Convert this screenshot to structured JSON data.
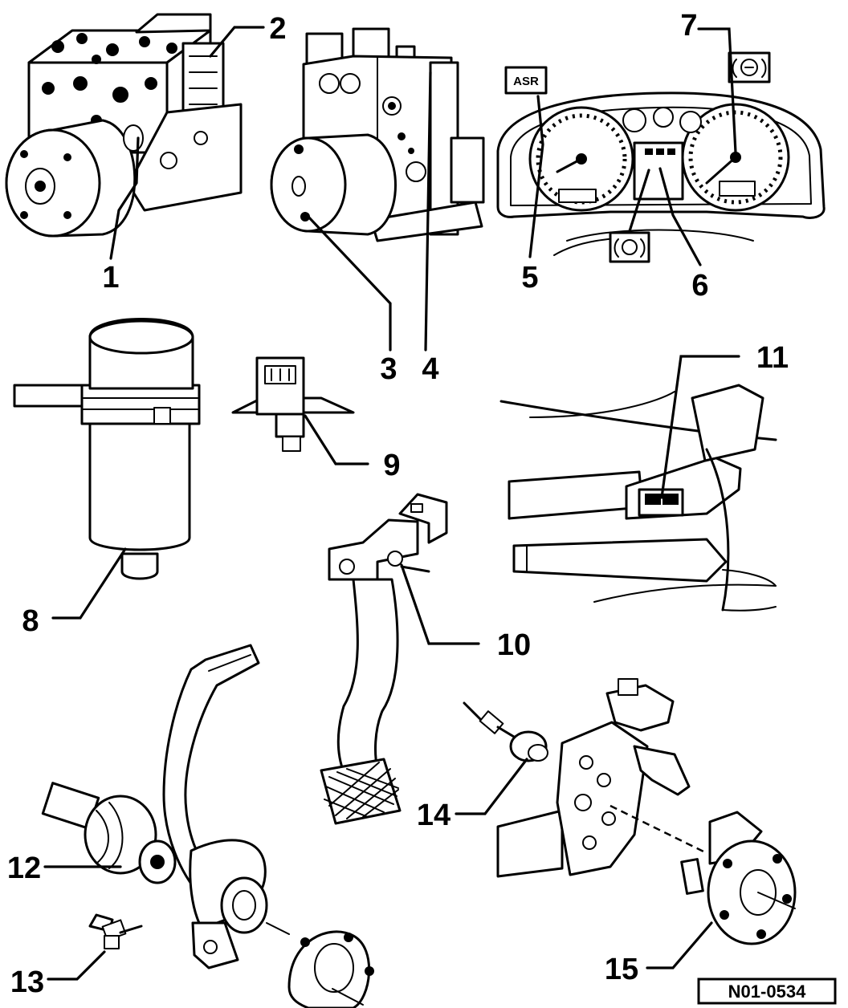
{
  "callouts": [
    "1",
    "2",
    "3",
    "4",
    "5",
    "6",
    "7",
    "8",
    "9",
    "10",
    "11",
    "12",
    "13",
    "14",
    "15"
  ],
  "warning_lamp_labels": {
    "asr": "ASR"
  },
  "figure_code": "N01-0534",
  "colors": {
    "ink": "#000000",
    "paper": "#ffffff"
  }
}
